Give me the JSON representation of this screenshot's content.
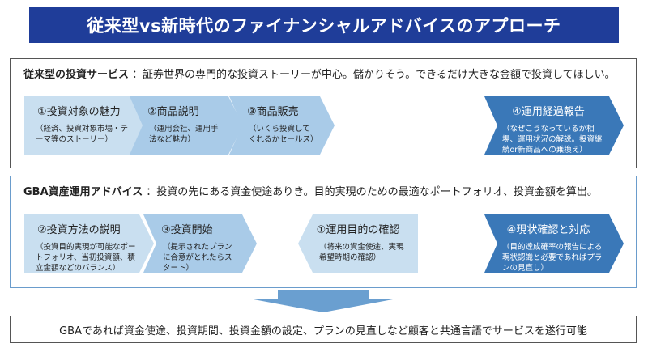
{
  "title": "従来型vs新時代のファイナンシャルアドバイスのアプローチ",
  "traditional": {
    "label": "従来型の投資サービス",
    "description": "：証券世界の専門的な投資ストーリーが中心。儲かりそう。できるだけ大きな金額で投資してほしい。",
    "steps": [
      {
        "title": "①投資対象の魅力",
        "body": "（経済、投資対象市場・テーマ等のストーリー）"
      },
      {
        "title": "②商品説明",
        "body": "（運用会社、運用手法など魅力）"
      },
      {
        "title": "③商品販売",
        "body": "（いくら投資してくれるかセールス）"
      },
      {
        "title": "④運用経過報告",
        "body": "（なぜこうなっているか相場、運用状況の解説。投資継続or新商品への乗換え）"
      }
    ]
  },
  "gba": {
    "label": "GBA資産運用アドバイス",
    "description": "：投資の先にある資金使途ありき。目的実現のための最適なポートフォリオ、投資金額を算出。",
    "steps": [
      {
        "title": "②投資方法の説明",
        "body": "（投資目的実現が可能なポートフォリオ、当初投資額、積立金額などのバランス）"
      },
      {
        "title": "③投資開始",
        "body": "（提示されたプランに合意がとれたらスタート）"
      },
      {
        "title": "①運用目的の確認",
        "body": "（将来の資金使途、実現希望時期の確認）"
      },
      {
        "title": "④現状確認と対応",
        "body": "（目的達成確率の報告による現状認識と必要であればプランの見直し）"
      }
    ]
  },
  "conclusion": "GBAであれば資金使途、投資期間、投資金額の設定、プランの見直しなど顧客と共通言語でサービスを遂行可能"
}
